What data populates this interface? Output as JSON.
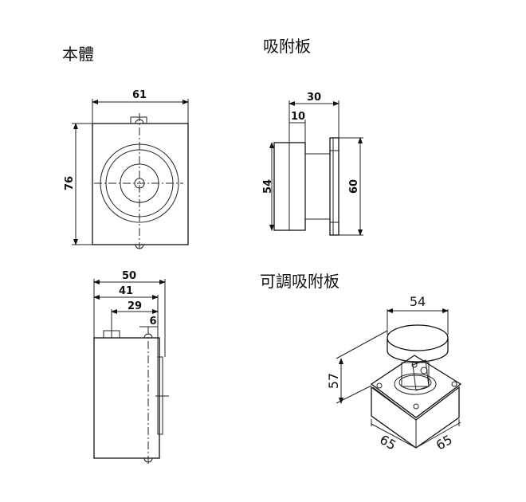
{
  "titles": {
    "body": "本體",
    "plate": "吸附板",
    "adjustable_plate": "可調吸附板"
  },
  "body_front": {
    "width": "61",
    "height": "76"
  },
  "plate_side": {
    "total_depth": "30",
    "plate_depth": "10",
    "plate_height": "54",
    "flange_height": "60"
  },
  "body_side": {
    "d1": "50",
    "d2": "41",
    "d3": "29",
    "d4": "6"
  },
  "adjustable": {
    "diameter": "54",
    "height": "57",
    "base_w": "65",
    "base_d": "65"
  }
}
